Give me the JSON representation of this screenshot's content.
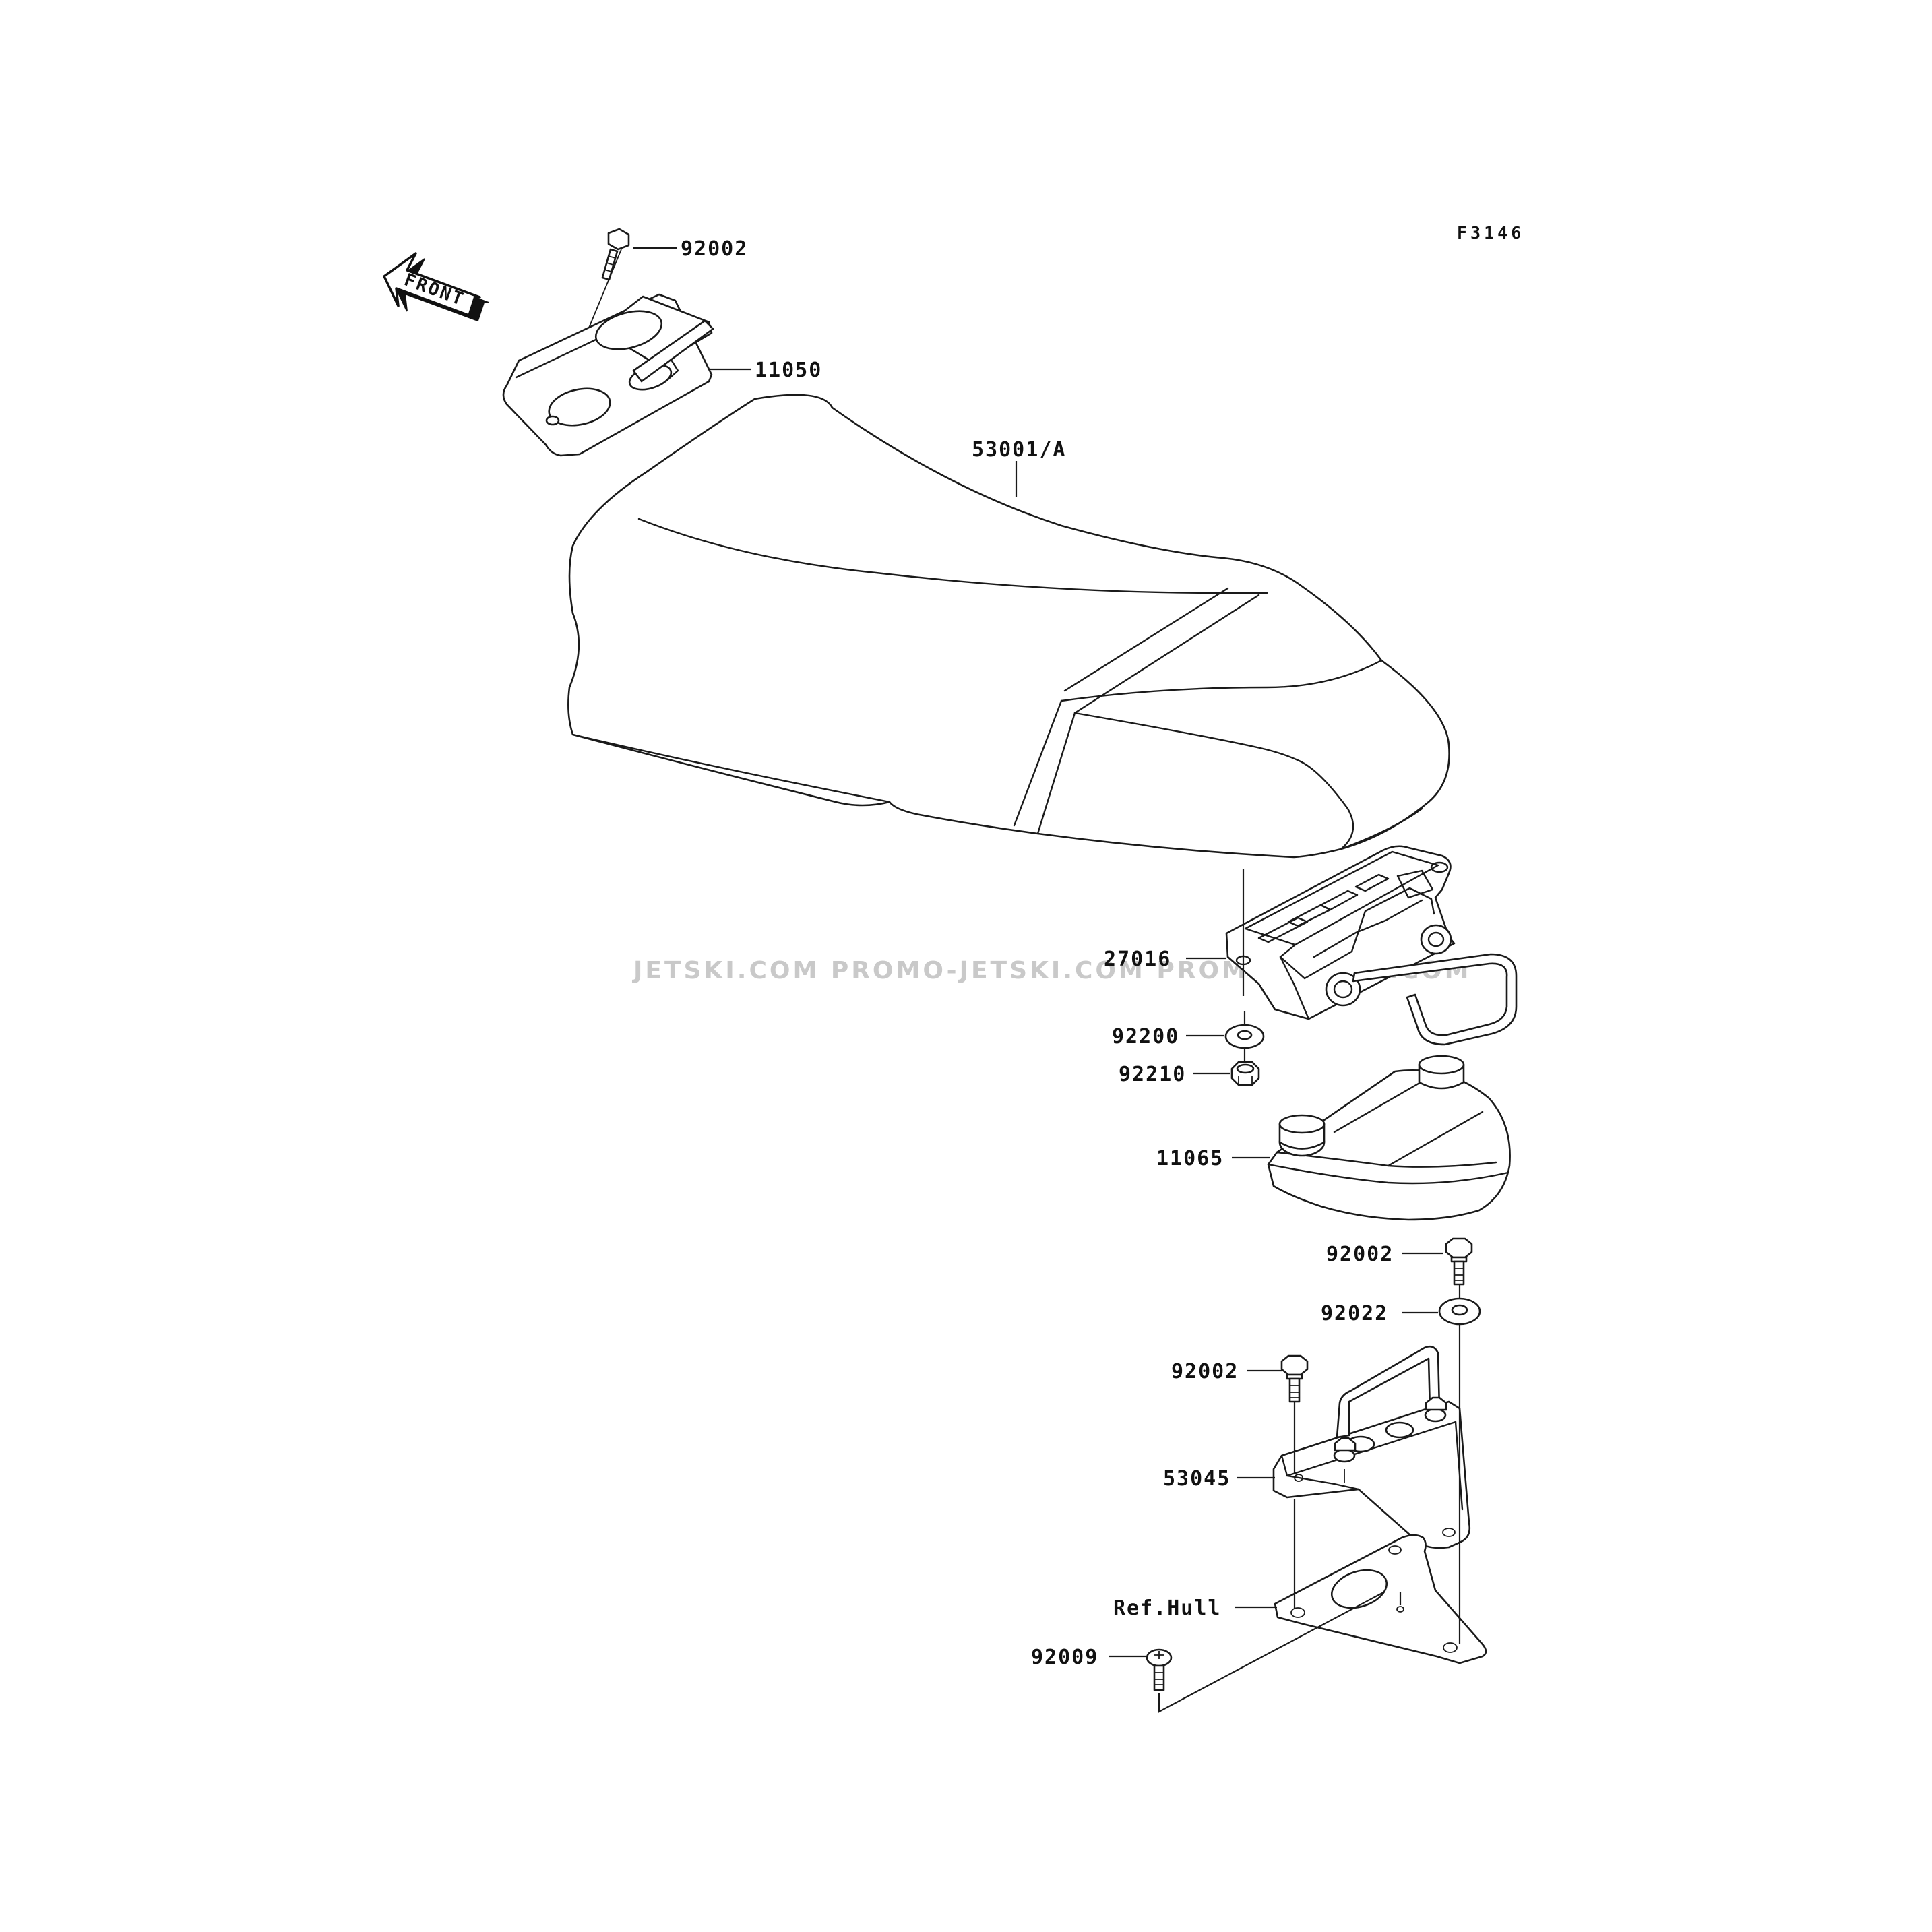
{
  "figure_id": "F3146",
  "front_arrow_label": "FRONT",
  "watermark": "JETSKI.COM  PROMO-JETSKI.COM  PROMO-JETSKI.COM",
  "callouts": {
    "bolt_top": "92002",
    "seat_bracket": "11050",
    "seat": "53001/A",
    "latch": "27016",
    "washer": "92200",
    "nut": "92210",
    "cover": "11065",
    "bolt_mid": "92002",
    "washer_mid": "92022",
    "bolt_lower": "92002",
    "hook_bracket": "53045",
    "hull": "Ref.Hull",
    "screw": "92009"
  }
}
